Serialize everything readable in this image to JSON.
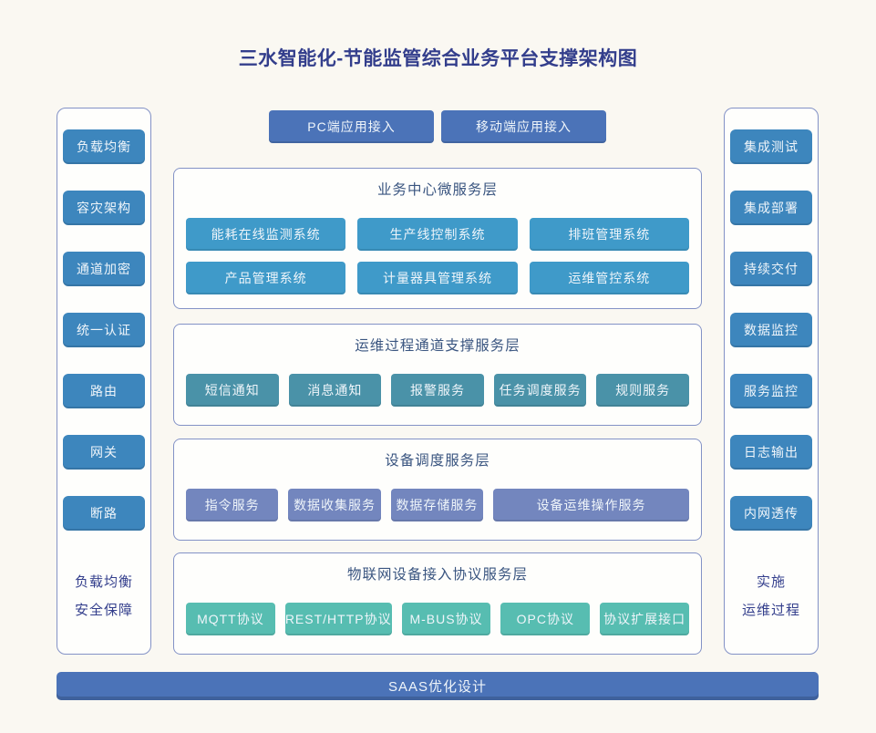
{
  "title": "三水智能化-节能监管综合业务平台支撑架构图",
  "colors": {
    "background": "#FAF8F2",
    "panel_border": "#8392C6",
    "title_text": "#333E8C",
    "header_text": "#3A5580",
    "side_btn": "#3D86BD",
    "accent_btn": "#4B73B8",
    "layer1_btn": "#3F9AC9",
    "layer2_btn": "#4A92A8",
    "layer3_btn": "#7386BE",
    "layer4_btn": "#57BDB1",
    "btn_text": "#EFF5FA"
  },
  "left_sidebar": {
    "items": [
      "负载均衡",
      "容灾架构",
      "通道加密",
      "统一认证",
      "路由",
      "网关",
      "断路"
    ],
    "footer": [
      "负载均衡",
      "安全保障"
    ]
  },
  "right_sidebar": {
    "items": [
      "集成测试",
      "集成部署",
      "持续交付",
      "数据监控",
      "服务监控",
      "日志输出",
      "内网透传"
    ],
    "footer": [
      "实施",
      "运维过程"
    ]
  },
  "top_blocks": [
    "PC端应用接入",
    "移动端应用接入"
  ],
  "layers": [
    {
      "title": "业务中心微服务层",
      "rows": [
        [
          "能耗在线监测系统",
          "生产线控制系统",
          "排班管理系统"
        ],
        [
          "产品管理系统",
          "计量器具管理系统",
          "运维管控系统"
        ]
      ]
    },
    {
      "title": "运维过程通道支撑服务层",
      "rows": [
        [
          "短信通知",
          "消息通知",
          "报警服务",
          "任务调度服务",
          "规则服务"
        ]
      ]
    },
    {
      "title": "设备调度服务层",
      "rows": [
        [
          "指令服务",
          "数据收集服务",
          "数据存储服务",
          "设备运维操作服务"
        ]
      ]
    },
    {
      "title": "物联网设备接入协议服务层",
      "rows": [
        [
          "MQTT协议",
          "REST/HTTP协议",
          "M-BUS协议",
          "OPC协议",
          "协议扩展接口"
        ]
      ]
    }
  ],
  "bottom_bar": "SAAS优化设计"
}
